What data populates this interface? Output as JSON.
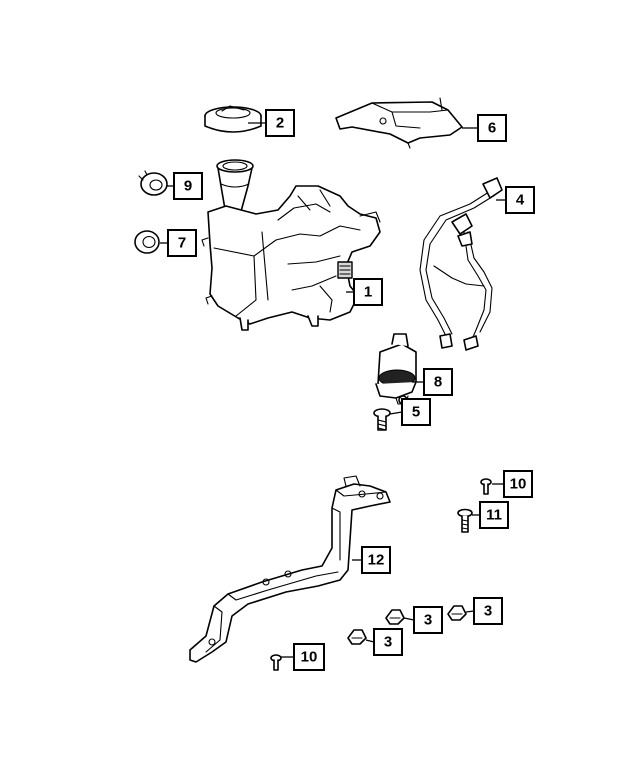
{
  "callouts": {
    "c1": "1",
    "c2": "2",
    "c3a": "3",
    "c3b": "3",
    "c3c": "3",
    "c4": "4",
    "c5": "5",
    "c6": "6",
    "c7": "7",
    "c8": "8",
    "c9": "9",
    "c10a": "10",
    "c10b": "10",
    "c11": "11",
    "c12": "12"
  }
}
